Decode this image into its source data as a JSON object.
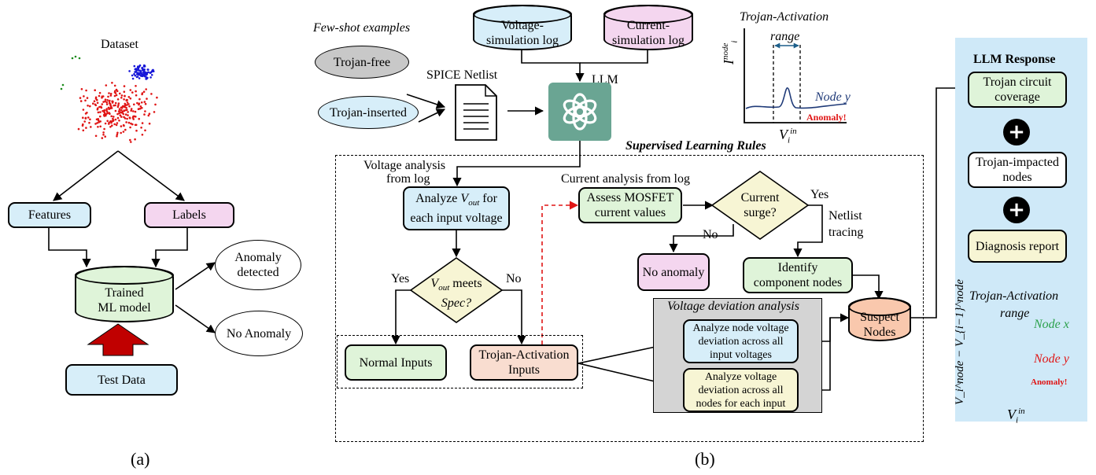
{
  "colors": {
    "blue_box": "#d7eef9",
    "pink_box": "#f4d6ef",
    "green_box": "#dff4d9",
    "peach_box": "#f9ddd0",
    "yellow_box": "#f7f5d4",
    "gray_panel": "#d4d4d4",
    "llm_panel": "#cfe9f8",
    "teal_llm": "#6aa593",
    "arrow_red": "#e01515",
    "scatter_red": "#e01515",
    "scatter_blue": "#1717d8",
    "scatter_green": "#1a8a1a"
  },
  "panel_a": {
    "dataset_label": "Dataset",
    "features": "Features",
    "labels": "Labels",
    "model_line1": "Trained",
    "model_line2": "ML model",
    "anomaly_line1": "Anomaly",
    "anomaly_line2": "detected",
    "no_anomaly": "No Anomaly",
    "test_data": "Test Data",
    "caption": "(a)"
  },
  "panel_b": {
    "few_shot": "Few-shot examples",
    "trojan_free": "Trojan-free",
    "trojan_inserted": "Trojan-inserted",
    "spice_netlist": "SPICE Netlist",
    "voltage_log_1": "Voltage-",
    "voltage_log_2": "simulation log",
    "current_log_1": "Current-",
    "current_log_2": "simulation log",
    "llm_label": "LLM",
    "supervised_rules": "Supervised Learning Rules",
    "voltage_analysis_1": "Voltage analysis",
    "voltage_analysis_2": "from log",
    "analyze_vout_1": "Analyze",
    "analyze_vout_var": "V",
    "analyze_vout_sub": "out",
    "analyze_vout_2": "for",
    "analyze_vout_3": "each input voltage",
    "diamond1_var": "V",
    "diamond1_sub": "out",
    "diamond1_1": "meets",
    "diamond1_2": "Spec?",
    "yes_left": "Yes",
    "no_left": "No",
    "normal_inputs": "Normal Inputs",
    "trojan_act_1": "Trojan-Activation",
    "trojan_act_2": "Inputs",
    "current_analysis": "Current analysis from log",
    "assess_1": "Assess MOSFET",
    "assess_2": "current values",
    "diamond2_1": "Current",
    "diamond2_2": "surge?",
    "yes_right": "Yes",
    "no_right": "No",
    "netlist_tracing_1": "Netlist",
    "netlist_tracing_2": "tracing",
    "no_anomaly": "No anomaly",
    "identify_1": "Identify",
    "identify_2": "component nodes",
    "vda_title": "Voltage deviation analysis",
    "vda_box1_1": "Analyze node voltage",
    "vda_box1_2": "deviation across all",
    "vda_box1_3": "input voltages",
    "vda_box2_1": "Analyze voltage",
    "vda_box2_2": "deviation across all",
    "vda_box2_3": "nodes for each input",
    "suspect_1": "Suspect",
    "suspect_2": "Nodes",
    "caption": "(b)"
  },
  "plot_top": {
    "title": "Trojan-Activation",
    "range": "range",
    "ylabel_var": "I",
    "ylabel_sub": "i",
    "ylabel_sup": "node",
    "xlabel_var": "V",
    "xlabel_sub": "i",
    "xlabel_sup": "in",
    "node_label": "Node y",
    "anomaly": "Anomaly!"
  },
  "llm_response": {
    "title": "LLM Response",
    "box1_1": "Trojan circuit",
    "box1_2": "coverage",
    "box2_1": "Trojan-impacted",
    "box2_2": "nodes",
    "box3": "Diagnosis report",
    "plot_title": "Trojan-Activation",
    "range": "range",
    "node_x": "Node x",
    "node_y": "Node y",
    "anomaly": "Anomaly!",
    "ylabel": "V_i^node − V_{i−1}^node",
    "xlabel_var": "V",
    "xlabel_sub": "i",
    "xlabel_sup": "in"
  }
}
